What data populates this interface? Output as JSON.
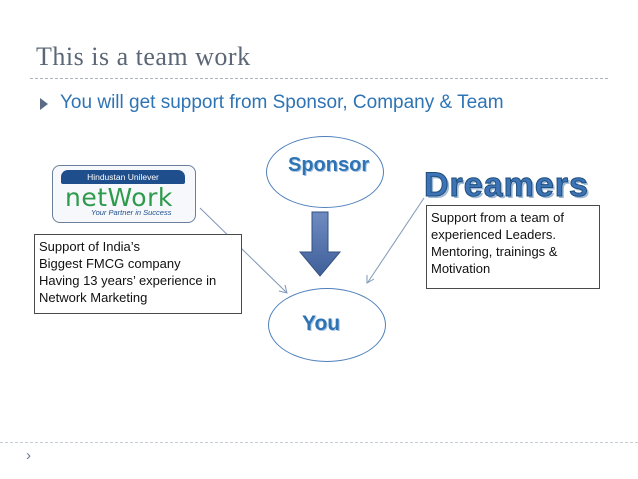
{
  "slide": {
    "title": "This is a team work",
    "bullet": "You will get support from Sponsor, Company & Team"
  },
  "logo": {
    "band_text": "Hindustan Unilever",
    "word": "netWork",
    "tagline": "Your Partner in Success"
  },
  "nodes": {
    "sponsor": "Sponsor",
    "you": "You",
    "dreamers": "Dreamers"
  },
  "boxes": {
    "company": [
      "Support of India’s",
      "Biggest FMCG company",
      "Having 13 years’ experience in",
      "Network Marketing"
    ],
    "team": [
      "Support from a team of",
      "experienced Leaders.",
      "Mentoring, trainings &",
      "Motivation"
    ]
  },
  "colors": {
    "title": "#5b6776",
    "accent": "#2e74b5",
    "arrow": "#4f6fa8"
  }
}
